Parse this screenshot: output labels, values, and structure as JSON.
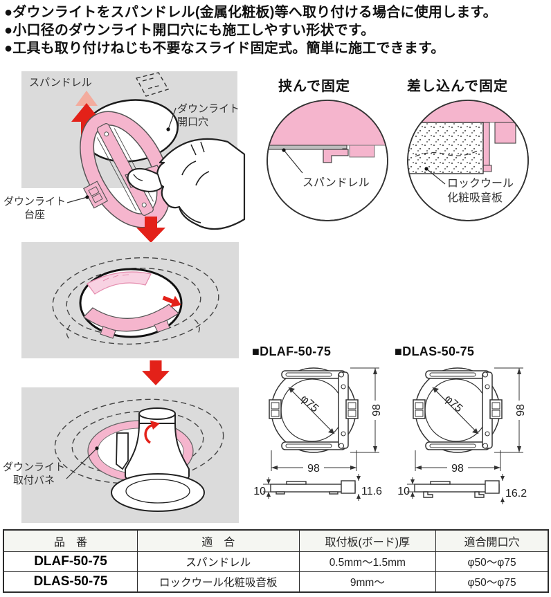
{
  "bullets": [
    "●ダウンライトをスパンドレル(金属化粧板)等へ取り付ける場合に使用します。",
    "●小口径のダウンライト開口穴にも施工しやすい形状です。",
    "●工具も取り付けねじも不要なスライド固定式。簡単に施工できます。"
  ],
  "step1": {
    "panel_label": "スパンドレル",
    "hole_label1": "ダウンライト",
    "hole_label2": "開口穴",
    "base_label1": "ダウンライト",
    "base_label2": "台座"
  },
  "step3": {
    "spring_label1": "ダウンライト",
    "spring_label2": "取付バネ"
  },
  "details": [
    {
      "title": "挟んで固定",
      "label": "スパンドレル"
    },
    {
      "title": "差し込んで固定",
      "label1": "ロックウール",
      "label2": "化粧吸音板"
    }
  ],
  "drawings": [
    {
      "heading": "■DLAF-50-75",
      "dia": "φ75",
      "w": "98",
      "h": "98",
      "t": "10",
      "d": "11.6"
    },
    {
      "heading": "■DLAS-50-75",
      "dia": "φ75",
      "w": "98",
      "h": "98",
      "t": "10",
      "d": "16.2"
    }
  ],
  "table": {
    "headers": [
      "品　番",
      "適　合",
      "取付板(ボード)厚",
      "適合開口穴"
    ],
    "rows": [
      [
        "DLAF-50-75",
        "スパンドレル",
        "0.5mm〜1.5mm",
        "φ50〜φ75"
      ],
      [
        "DLAS-50-75",
        "ロックウール化粧吸音板",
        "9mm〜",
        "φ50〜φ75"
      ]
    ]
  },
  "colors": {
    "pink": "#F5B5CD",
    "light_pink": "#F8D2E2",
    "panel_gray": "#DBDBDB",
    "red": "#E32119"
  }
}
